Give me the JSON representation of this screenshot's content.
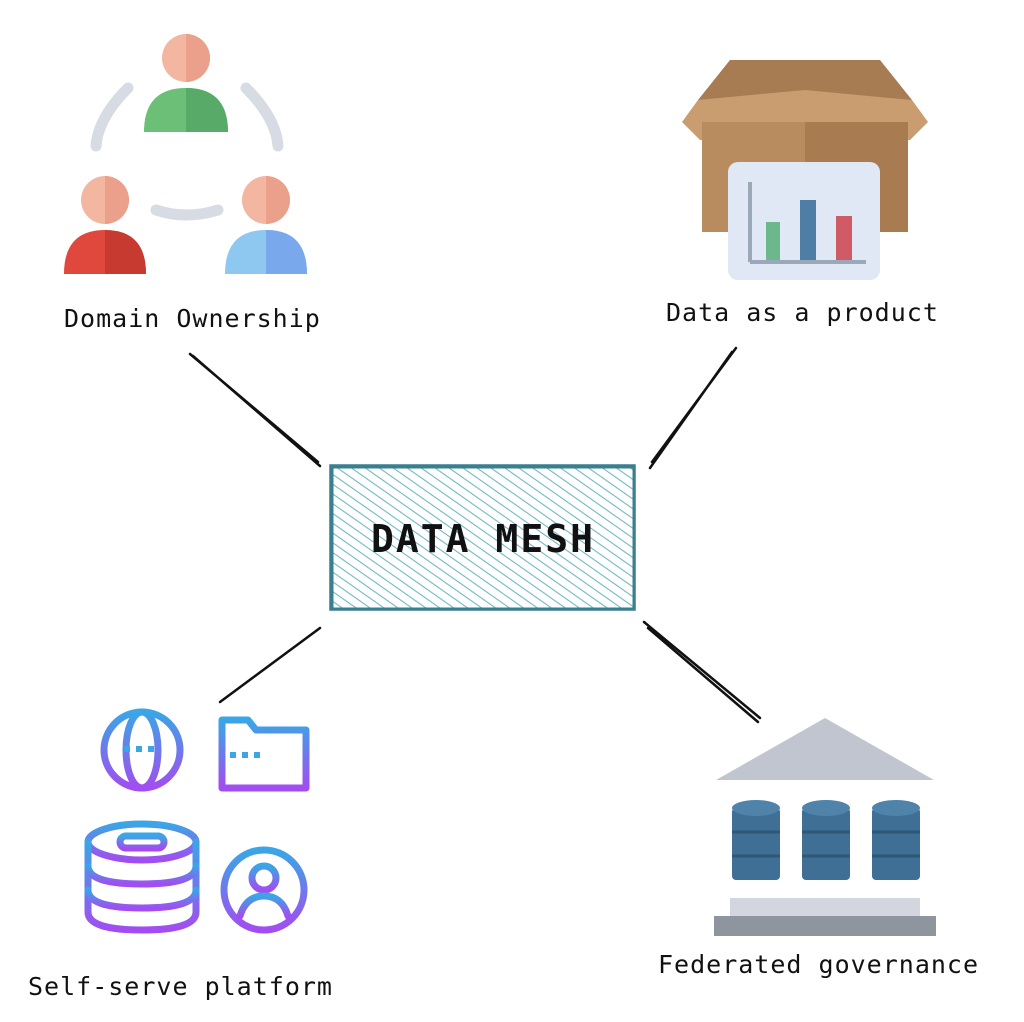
{
  "center": {
    "label": "DATA MESH",
    "hatch_color": "#5aa8b6",
    "border_color": "#3a7f90"
  },
  "nodes": [
    {
      "label": "Domain Ownership",
      "icon": "people-cycle-icon"
    },
    {
      "label": "Data as a product",
      "icon": "box-chart-icon"
    },
    {
      "label": "Self-serve platform",
      "icon": "network-platform-icon"
    },
    {
      "label": "Federated governance",
      "icon": "bank-databases-icon"
    }
  ]
}
